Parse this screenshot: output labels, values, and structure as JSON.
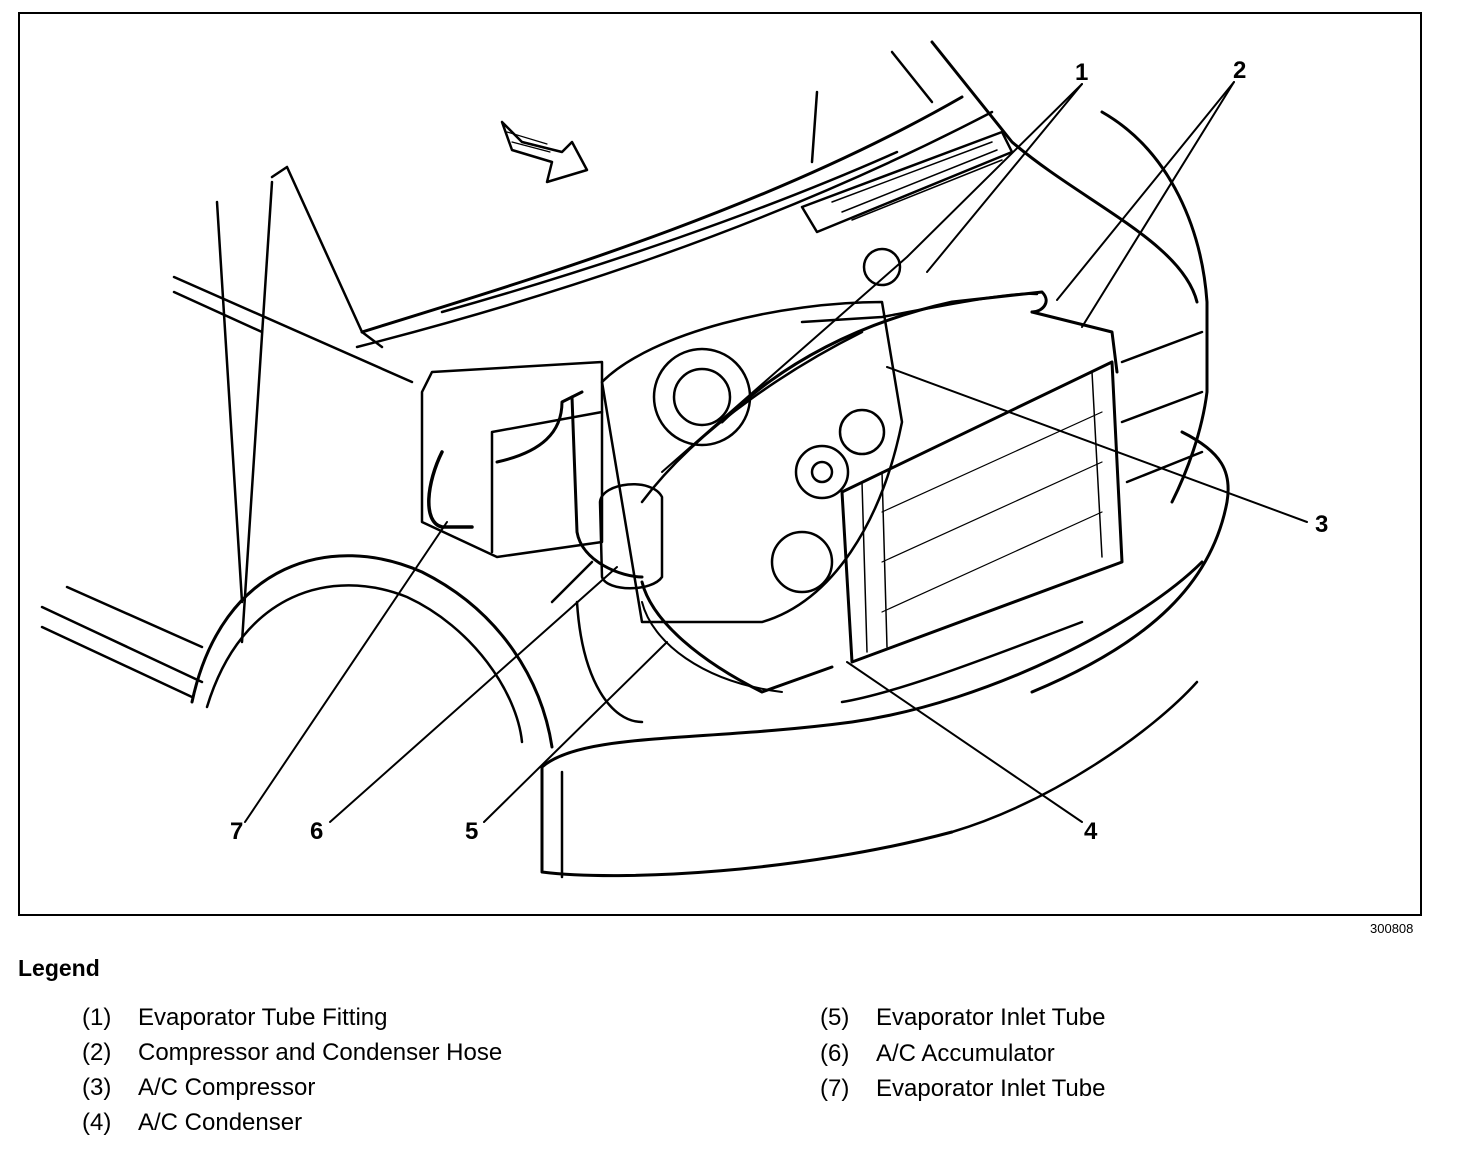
{
  "figure_id": "300808",
  "callouts": [
    "1",
    "2",
    "3",
    "4",
    "5",
    "6",
    "7"
  ],
  "legend": {
    "title": "Legend",
    "items": [
      {
        "num": "(1)",
        "label": "Evaporator Tube Fitting"
      },
      {
        "num": "(2)",
        "label": "Compressor and Condenser Hose"
      },
      {
        "num": "(3)",
        "label": "A/C Compressor"
      },
      {
        "num": "(4)",
        "label": "A/C Condenser"
      },
      {
        "num": "(5)",
        "label": "Evaporator Inlet Tube"
      },
      {
        "num": "(6)",
        "label": "A/C Accumulator"
      },
      {
        "num": "(7)",
        "label": "Evaporator Inlet Tube"
      }
    ]
  }
}
